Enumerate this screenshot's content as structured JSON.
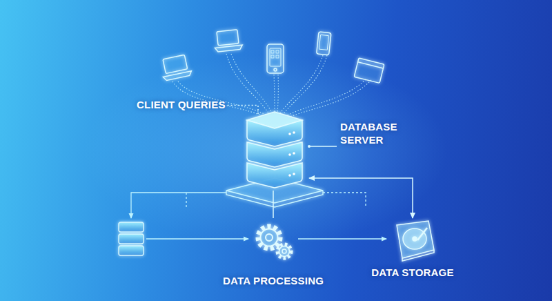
{
  "diagram": {
    "nodes": [
      {
        "text": [
          "CLIENT QUERIES"
        ]
      },
      {
        "text": [
          "DATABASE SERVER"
        ]
      },
      {
        "text": [
          "DATA PROCESSING"
        ]
      },
      {
        "text": [
          "DATA STORAGE"
        ]
      }
    ],
    "edges": [
      {
        "from": 0,
        "to": 1,
        "arrow": "none"
      },
      {
        "from": 1,
        "to": 2,
        "arrow": "none"
      },
      {
        "from": 1,
        "to": 3,
        "arrow": "both"
      }
    ]
  }
}
